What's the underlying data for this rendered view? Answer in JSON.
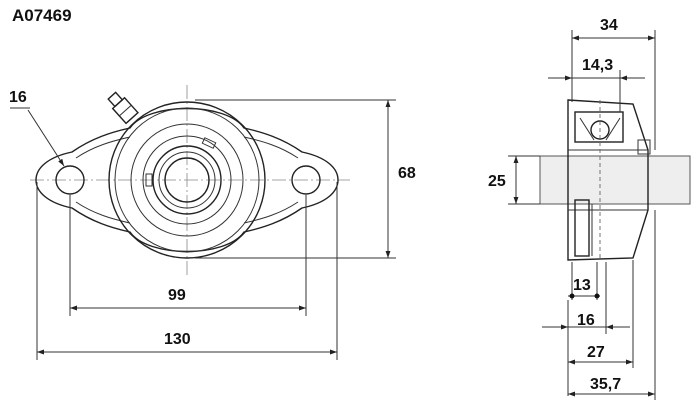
{
  "part_number": "A07469",
  "dimensions": {
    "d16_left": "16",
    "d68": "68",
    "d99": "99",
    "d130": "130",
    "d34": "34",
    "d14_3": "14,3",
    "d25": "25",
    "d13": "13",
    "d16_side": "16",
    "d27": "27",
    "d35_7": "35,7"
  },
  "colors": {
    "line": "#222222",
    "dim_line": "#333333",
    "center_line": "#888888",
    "shade": "#d9d9d9"
  }
}
